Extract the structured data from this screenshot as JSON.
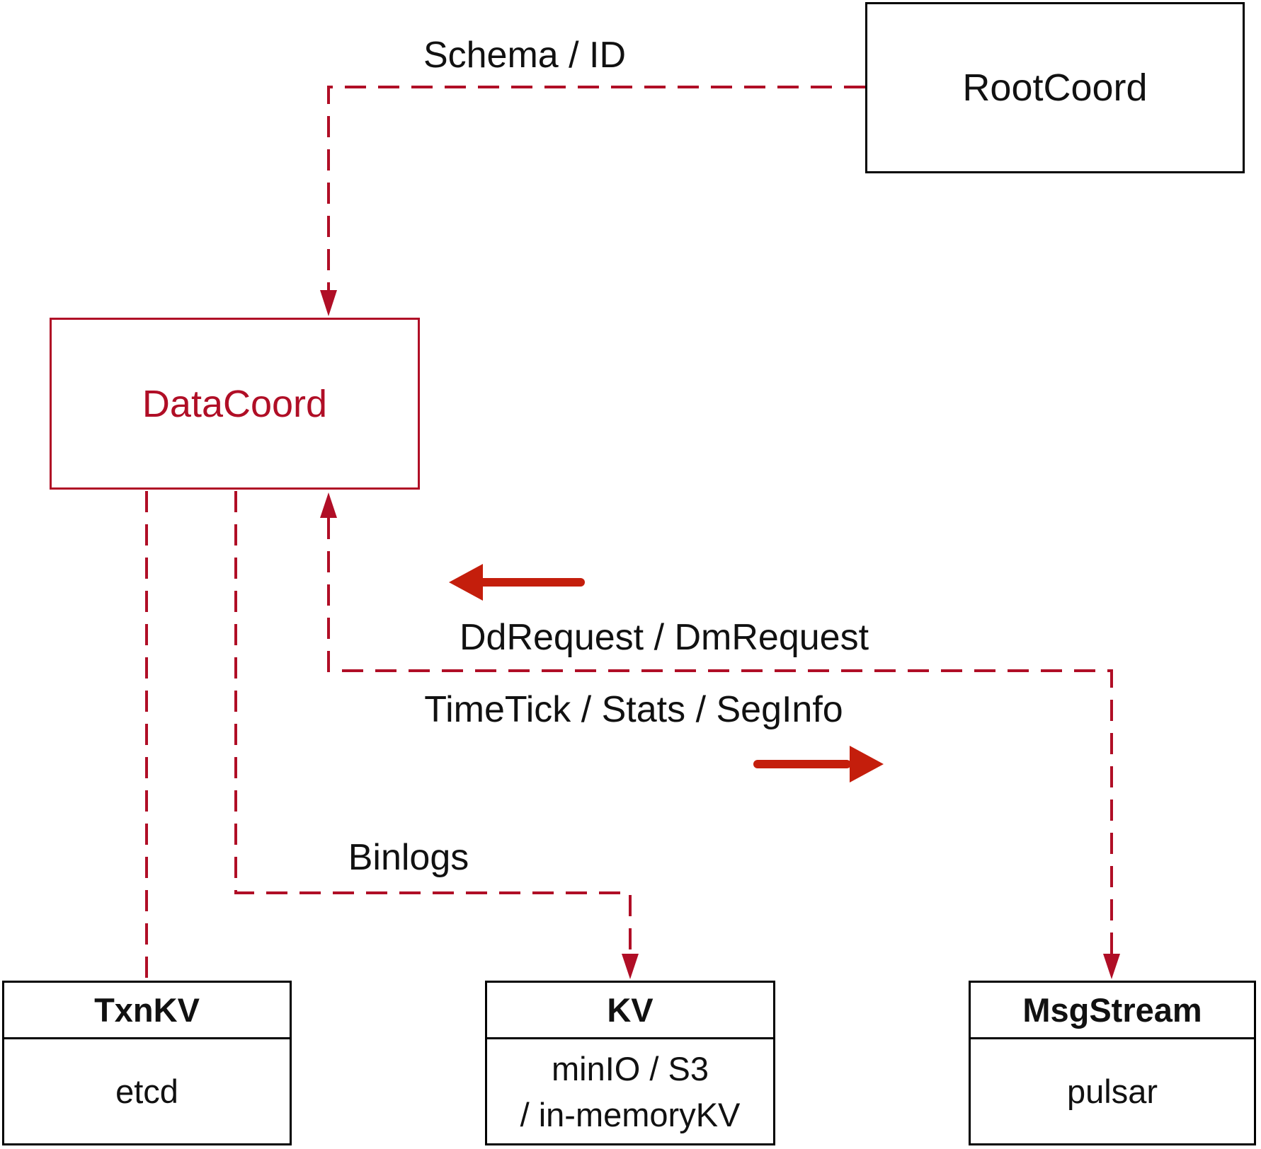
{
  "colors": {
    "crimson": "#b00e26",
    "vermillion": "#c41e0c",
    "ink": "#000000",
    "text": "#111111",
    "background": "#ffffff"
  },
  "nodes": {
    "rootcoord": {
      "label": "RootCoord"
    },
    "datacoord": {
      "label": "DataCoord"
    },
    "txnkv": {
      "title": "TxnKV",
      "body": "etcd"
    },
    "kv": {
      "title": "KV",
      "body_line1": "minIO / S3",
      "body_line2": "/ in-memoryKV"
    },
    "msgstream": {
      "title": "MsgStream",
      "body": "pulsar"
    }
  },
  "edges": {
    "schema_id": {
      "label": "Schema / ID"
    },
    "dd_dm": {
      "label": "DdRequest / DmRequest"
    },
    "timetick": {
      "label": "TimeTick / Stats / SegInfo"
    },
    "binlogs": {
      "label": "Binlogs"
    }
  }
}
